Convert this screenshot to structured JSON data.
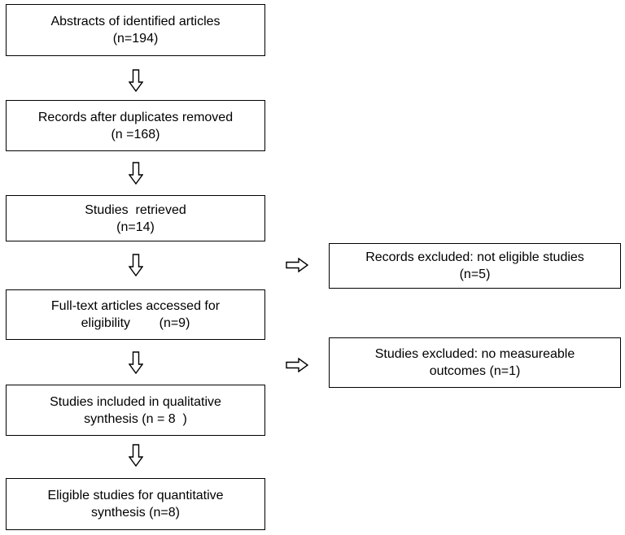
{
  "boxes": [
    {
      "id": "abstracts",
      "lines": [
        "Abstracts of identified articles",
        "(n=194)"
      ]
    },
    {
      "id": "records",
      "lines": [
        "Records after duplicates removed",
        "(n =168)"
      ]
    },
    {
      "id": "retrieved",
      "lines": [
        "Studies  retrieved",
        "(n=14)"
      ]
    },
    {
      "id": "fulltext",
      "lines": [
        "Full-text articles accessed for",
        "eligibility        (n=9)"
      ]
    },
    {
      "id": "qualitative",
      "lines": [
        "Studies included in qualitative",
        "synthesis (n = 8  )"
      ]
    },
    {
      "id": "quantitative",
      "lines": [
        "Eligible studies for quantitative",
        "synthesis (n=8)"
      ]
    },
    {
      "id": "excluded-records",
      "lines": [
        "Records excluded: not eligible studies",
        "(n=5)"
      ]
    },
    {
      "id": "excluded-studies",
      "lines": [
        "Studies excluded: no measureable",
        "outcomes (n=1)"
      ]
    }
  ]
}
